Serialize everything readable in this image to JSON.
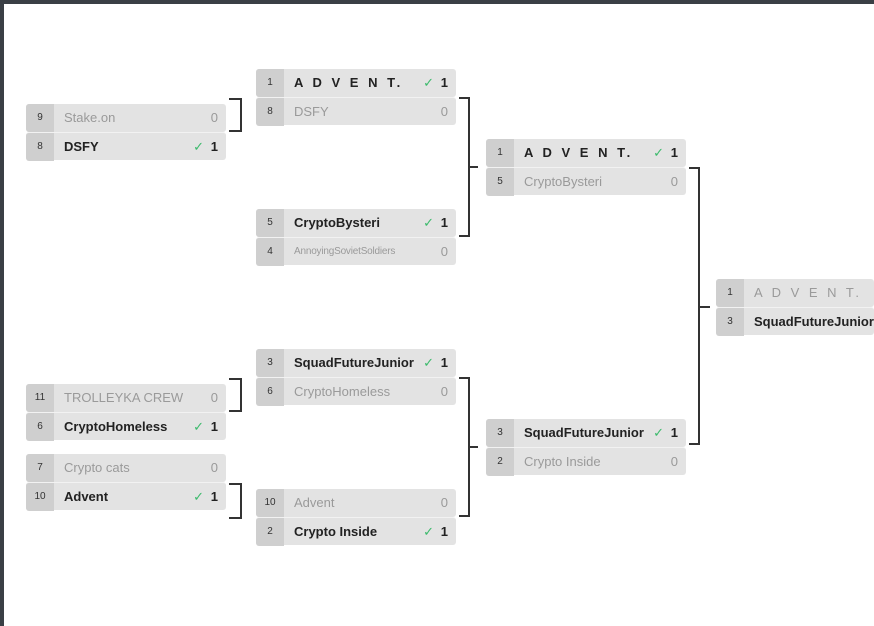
{
  "round1": [
    {
      "teams": [
        {
          "seed": "9",
          "name": "Stake.on",
          "score": "0",
          "winner": false
        },
        {
          "seed": "8",
          "name": "DSFY",
          "score": "1",
          "winner": true
        }
      ]
    },
    {
      "teams": [
        {
          "seed": "11",
          "name": "TROLLEYKA CREW",
          "score": "0",
          "winner": false
        },
        {
          "seed": "6",
          "name": "CryptoHomeless",
          "score": "1",
          "winner": true
        }
      ]
    },
    {
      "teams": [
        {
          "seed": "7",
          "name": "Crypto cats",
          "score": "0",
          "winner": false
        },
        {
          "seed": "10",
          "name": "Advent",
          "score": "1",
          "winner": true
        }
      ]
    }
  ],
  "round2": [
    {
      "teams": [
        {
          "seed": "1",
          "name": "A D V E N T.",
          "score": "1",
          "winner": true
        },
        {
          "seed": "8",
          "name": "DSFY",
          "score": "0",
          "winner": false
        }
      ]
    },
    {
      "teams": [
        {
          "seed": "5",
          "name": "CryptoBysteri",
          "score": "1",
          "winner": true
        },
        {
          "seed": "4",
          "name": "AnnoyingSovietSoldiers",
          "score": "0",
          "winner": false
        }
      ]
    },
    {
      "teams": [
        {
          "seed": "3",
          "name": "SquadFutureJunior",
          "score": "1",
          "winner": true
        },
        {
          "seed": "6",
          "name": "CryptoHomeless",
          "score": "0",
          "winner": false
        }
      ]
    },
    {
      "teams": [
        {
          "seed": "10",
          "name": "Advent",
          "score": "0",
          "winner": false
        },
        {
          "seed": "2",
          "name": "Crypto Inside",
          "score": "1",
          "winner": true
        }
      ]
    }
  ],
  "round3": [
    {
      "teams": [
        {
          "seed": "1",
          "name": "A D V E N T.",
          "score": "1",
          "winner": true
        },
        {
          "seed": "5",
          "name": "CryptoBysteri",
          "score": "0",
          "winner": false
        }
      ]
    },
    {
      "teams": [
        {
          "seed": "3",
          "name": "SquadFutureJunior",
          "score": "1",
          "winner": true
        },
        {
          "seed": "2",
          "name": "Crypto Inside",
          "score": "0",
          "winner": false
        }
      ]
    }
  ],
  "final": {
    "teams": [
      {
        "seed": "1",
        "name": "A D V E N T.",
        "score": "",
        "winner": false
      },
      {
        "seed": "3",
        "name": "SquadFutureJunior",
        "score": "",
        "winner": true
      }
    ]
  },
  "check_glyph": "✓",
  "colors": {
    "check": "#3cba6c",
    "card": "#e3e3e3",
    "seed": "#cfcfcf"
  }
}
